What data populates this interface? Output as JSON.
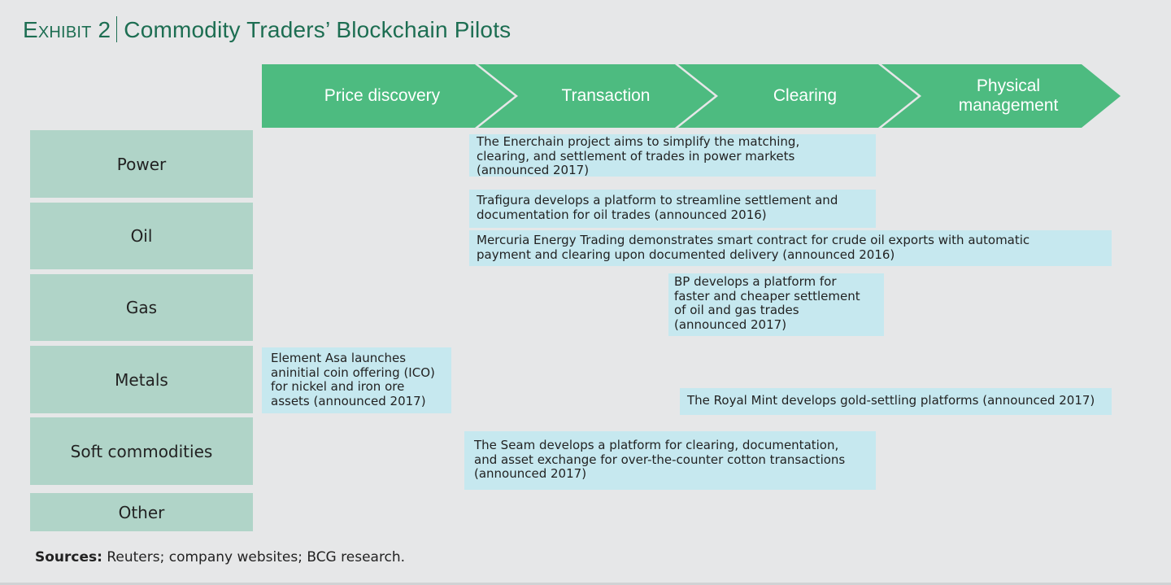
{
  "title": {
    "exhibit": "Exhibit 2",
    "text": "Commodity Traders’ Blockchain Pilots"
  },
  "colors": {
    "title": "#1d6e52",
    "stage_band": "#4dbb80",
    "row_header": "#b0d4c8",
    "pilot_box": "#c6e8ef",
    "background": "#e6e7e8"
  },
  "stages": [
    {
      "label": "Price discovery"
    },
    {
      "label": "Transaction"
    },
    {
      "label": "Clearing"
    },
    {
      "label": "Physical\nmanagement"
    }
  ],
  "commodities": [
    {
      "label": "Power"
    },
    {
      "label": "Oil"
    },
    {
      "label": "Gas"
    },
    {
      "label": "Metals"
    },
    {
      "label": "Soft commodities"
    },
    {
      "label": "Other"
    }
  ],
  "pilots": [
    {
      "commodity": "Power",
      "stages": [
        "Transaction",
        "Clearing"
      ],
      "text": "The Enerchain project aims to simplify the matching,\nclearing, and settlement of trades in power markets\n(announced 2017)"
    },
    {
      "commodity": "Oil",
      "stages": [
        "Transaction",
        "Clearing"
      ],
      "text": "Trafigura develops a platform to streamline settlement and\ndocumentation for oil trades (announced 2016)"
    },
    {
      "commodity": "Oil",
      "stages": [
        "Transaction",
        "Clearing",
        "Physical management"
      ],
      "text": "Mercuria Energy Trading demonstrates smart contract for crude oil exports with automatic\npayment and clearing upon documented delivery (announced 2016)"
    },
    {
      "commodity": "Gas",
      "stages": [
        "Clearing"
      ],
      "text": "BP develops a platform for\nfaster and cheaper settlement\nof oil and gas trades\n(announced 2017)"
    },
    {
      "commodity": "Metals",
      "stages": [
        "Price discovery"
      ],
      "text": "Element Asa launches\naninitial coin offering (ICO)\nfor nickel and iron ore\nassets (announced 2017)"
    },
    {
      "commodity": "Metals",
      "stages": [
        "Clearing",
        "Physical management"
      ],
      "text": "The Royal Mint develops gold-settling platforms (announced 2017)"
    },
    {
      "commodity": "Soft commodities",
      "stages": [
        "Transaction",
        "Clearing"
      ],
      "text": "The Seam develops a platform for clearing, documentation,\nand asset exchange for over-the-counter cotton transactions\n(announced 2017)"
    }
  ],
  "sources": {
    "label": "Sources:",
    "text": " Reuters; company websites; BCG research."
  }
}
